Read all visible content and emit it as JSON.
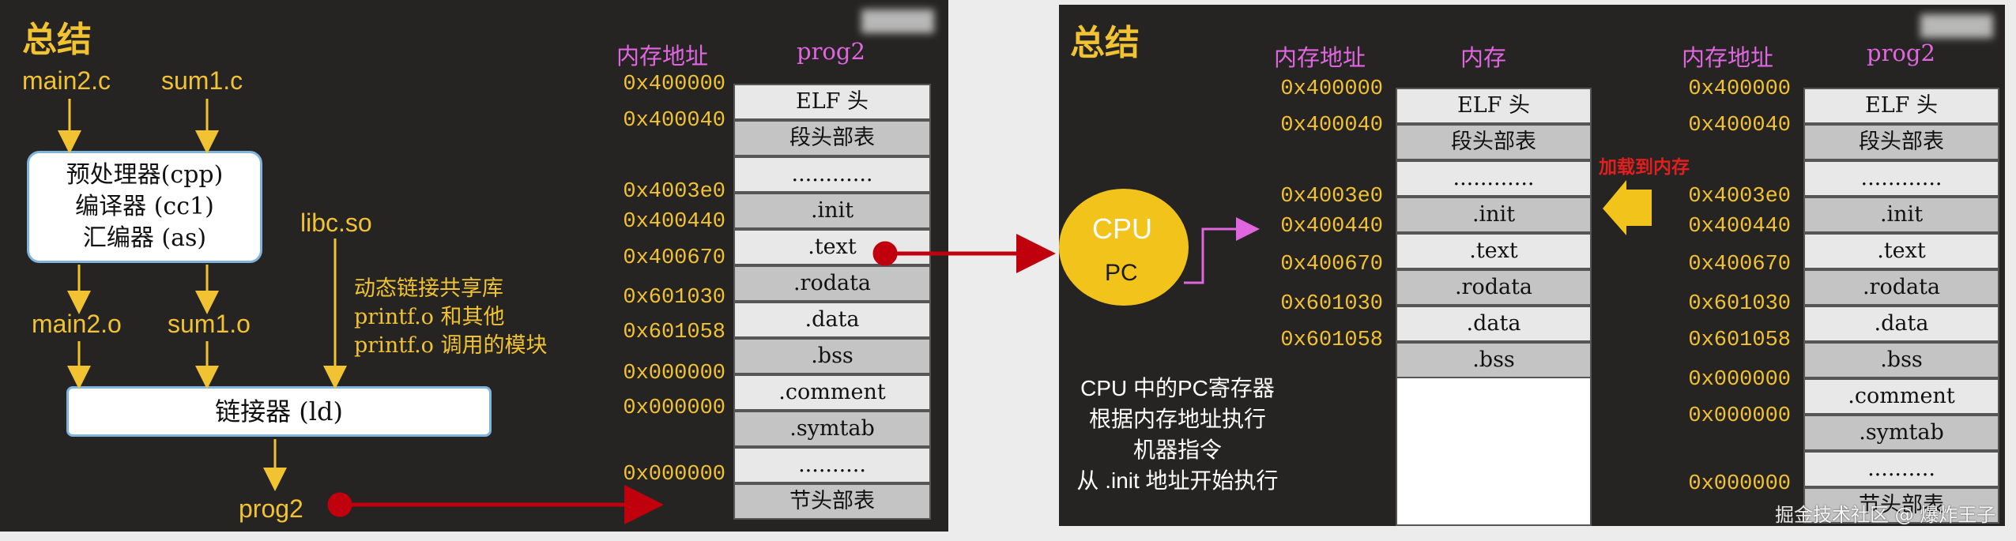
{
  "colors": {
    "panel_bg": "#262422",
    "text_yellow": "#f1c232",
    "header_pink": "#e066e0",
    "arrow_red": "#c0000c",
    "cpu_fill": "#f2c31b",
    "white": "#ffffff"
  },
  "left": {
    "title": "总结",
    "main2c": "main2.c",
    "sum1c": "sum1.c",
    "compiler_lines": [
      "预处理器(cpp)",
      "编译器 (cc1)",
      "汇编器 (as)"
    ],
    "libc": "libc.so",
    "main2o": "main2.o",
    "sum1o": "sum1.o",
    "dyn_lines": [
      "动态链接共享库",
      "printf.o 和其他",
      "printf.o 调用的模块"
    ],
    "linker": "链接器 (ld)",
    "prog": "prog2",
    "addr_header": "内存地址",
    "prog_header": "prog2",
    "addresses": [
      "0x400000",
      "0x400040",
      "0x4003e0",
      "0x400440",
      "0x400670",
      "0x601030",
      "0x601058",
      "0x000000",
      "0x000000",
      "0x000000"
    ],
    "sections": [
      "ELF 头",
      "段头部表",
      "............",
      ".init",
      ".text",
      ".rodata",
      ".data",
      ".bss",
      ".comment",
      ".symtab",
      "..........",
      "节头部表"
    ]
  },
  "right": {
    "title": "总结",
    "mem_addr_header": "内存地址",
    "mem_header": "内存",
    "mem_addresses": [
      "0x400000",
      "0x400040",
      "0x4003e0",
      "0x400440",
      "0x400670",
      "0x601030",
      "0x601058"
    ],
    "mem_sections": [
      "ELF 头",
      "段头部表",
      "............",
      ".init",
      ".text",
      ".rodata",
      ".data",
      ".bss"
    ],
    "cpu_label": "CPU",
    "pc_label": "PC",
    "cpu_note": [
      "CPU 中的PC寄存器",
      "根据内存地址执行",
      "机器指令",
      "从 .init 地址开始执行"
    ],
    "load_label": "加载到内存",
    "prog_addr_header": "内存地址",
    "prog_header": "prog2",
    "prog_addresses": [
      "0x400000",
      "0x400040",
      "0x4003e0",
      "0x400440",
      "0x400670",
      "0x601030",
      "0x601058",
      "0x000000",
      "0x000000",
      "0x000000"
    ],
    "prog_sections": [
      "ELF 头",
      "段头部表",
      "............",
      ".init",
      ".text",
      ".rodata",
      ".data",
      ".bss",
      ".comment",
      ".symtab",
      "..........",
      "节头部表"
    ]
  },
  "watermark": "掘金技术社区 @ 爆炸王子"
}
